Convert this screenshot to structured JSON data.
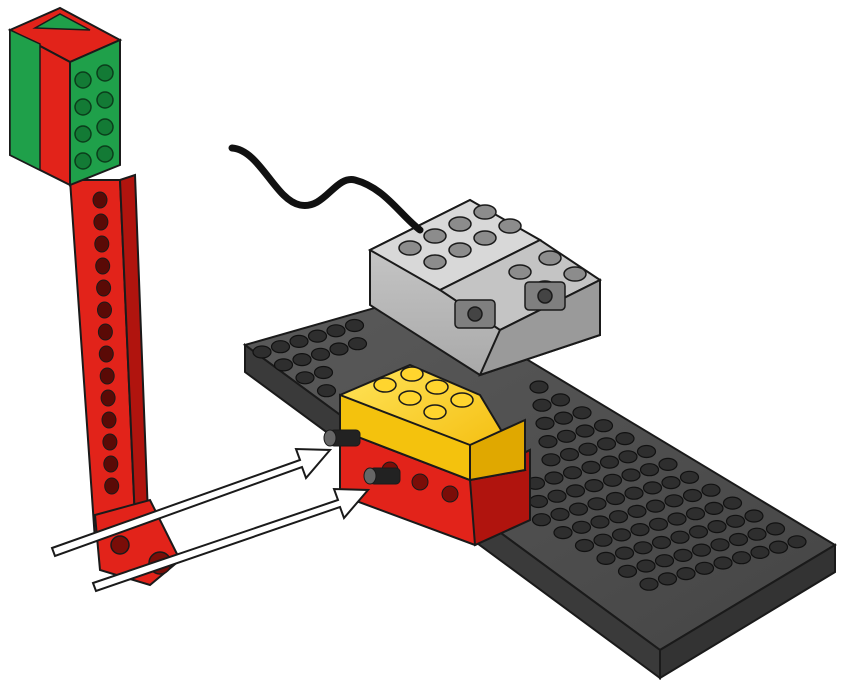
{
  "colors": {
    "background": "#ffffff",
    "outline": "#1a1a1a",
    "baseplate": "#4d4d4d",
    "baseplate_side": "#3a3a3a",
    "stud": "#2e2e2e",
    "stud_top": "#555555",
    "motor_gray": "#b8b8b8",
    "motor_gray_dark": "#8f8f8f",
    "yellow": "#f4c20d",
    "yellow_light": "#ffe45a",
    "red": "#e2231a",
    "red_dark": "#b0140e",
    "green": "#1fa04a",
    "green_dark": "#137a35",
    "cable": "#111111",
    "arrow_fill": "#ffffff"
  },
  "scene": {
    "description_visible_text": "",
    "objects": [
      {
        "name": "baseplate",
        "color": "gray",
        "kind": "lego-plate"
      },
      {
        "name": "motor",
        "color": "light-gray",
        "kind": "lego-motor"
      },
      {
        "name": "cable",
        "color": "black",
        "kind": "wire"
      },
      {
        "name": "sloped-brick",
        "color": "yellow",
        "kind": "lego-brick"
      },
      {
        "name": "red-brick",
        "color": "red",
        "kind": "lego-brick"
      },
      {
        "name": "signal-post",
        "color": "red",
        "kind": "lego-beam"
      },
      {
        "name": "signal-head",
        "color": "green-red",
        "kind": "lego-brick"
      },
      {
        "name": "axle-pegs",
        "count": 2,
        "kind": "lego-peg"
      },
      {
        "name": "assembly-arrows",
        "count": 2,
        "kind": "instruction-arrow"
      }
    ]
  }
}
